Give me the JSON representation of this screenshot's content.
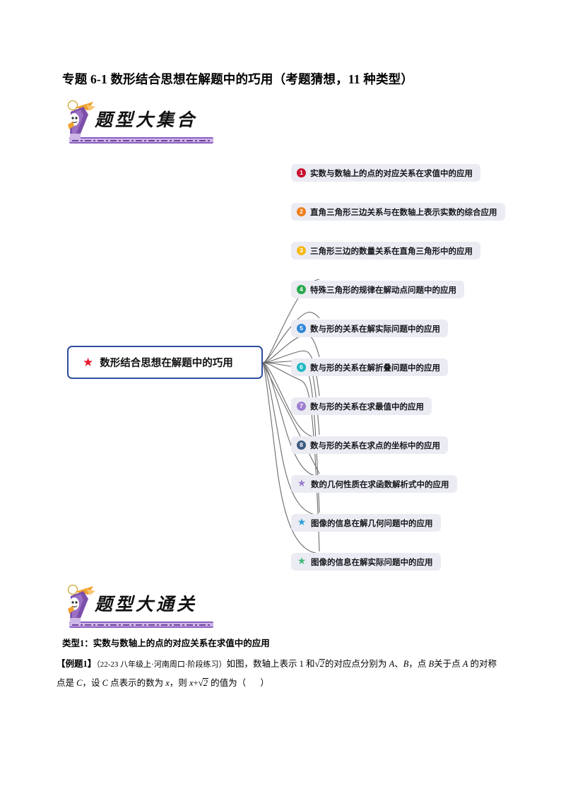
{
  "document": {
    "title": "专题 6-1 数形结合思想在解题中的巧用（考题猜想，11 种类型）"
  },
  "banners": {
    "collection": {
      "text": "题型大集合",
      "accent": "#8b5fbf"
    },
    "challenge": {
      "text": "题型大通关",
      "accent": "#8b5fbf"
    }
  },
  "mindmap": {
    "center": {
      "label": "数形结合思想在解题中的巧用",
      "star_color": "#e8192c",
      "border_color": "#2d4e9e"
    },
    "nodes": [
      {
        "marker": "1",
        "marker_type": "number",
        "color": "#c8102e",
        "label": "实数与数轴上的点的对应关系在求值中的应用"
      },
      {
        "marker": "2",
        "marker_type": "number",
        "color": "#ef7d1a",
        "label": "直角三角形三边关系与在数轴上表示实数的综合应用"
      },
      {
        "marker": "3",
        "marker_type": "number",
        "color": "#f5b915",
        "label": "三角形三边的数量关系在直角三角形中的应用"
      },
      {
        "marker": "4",
        "marker_type": "number",
        "color": "#2aa84f",
        "label": "特殊三角形的规律在解动点问题中的应用"
      },
      {
        "marker": "5",
        "marker_type": "number",
        "color": "#2f86d6",
        "label": "数与形的关系在解实际问题中的应用"
      },
      {
        "marker": "6",
        "marker_type": "number",
        "color": "#1fb8c4",
        "label": "数与形的关系在解折叠问题中的应用"
      },
      {
        "marker": "7",
        "marker_type": "number",
        "color": "#a07fd1",
        "label": "数与形的关系在求最值中的应用"
      },
      {
        "marker": "8",
        "marker_type": "number",
        "color": "#3d5a80",
        "label": "数与形的关系在求点的坐标中的应用"
      },
      {
        "marker": "★",
        "marker_type": "star",
        "color": "#9b7ed1",
        "label": "数的几何性质在求函数解析式中的应用"
      },
      {
        "marker": "★",
        "marker_type": "star",
        "color": "#2f9fd6",
        "label": "图像的信息在解几何问题中的应用"
      },
      {
        "marker": "★",
        "marker_type": "star",
        "color": "#45b97c",
        "label": "图像的信息在解实际问题中的应用"
      }
    ]
  },
  "exercise": {
    "type_heading": "类型1：实数与数轴上的点的对应关系在求值中的应用",
    "lead": "【例题1】",
    "source": "（22-23 八年级上·河南周口·阶段练习）",
    "line1_part1": "如图，数轴上表示 1 和",
    "line1_radical": "2",
    "line1_part2": "的对应点分别为 ",
    "line1_pointA": "A",
    "line1_sep1": "、",
    "line1_pointB": "B",
    "line1_sep2": "，点 ",
    "line1_pointB2": "B",
    "line2_part1": "关于点 ",
    "line2_pointA": "A",
    "line2_part2": " 的对称点是 ",
    "line2_pointC": "C",
    "line2_part3": "，设 ",
    "line2_pointC2": "C",
    "line2_part4": " 点表示的数为 ",
    "line2_varx": "x",
    "line2_part5": "，则 ",
    "line2_expr_x": "x",
    "line2_expr_plus": "+",
    "line2_expr_radical": "2",
    "line2_part6": " 的值为（",
    "line2_part7": "）"
  }
}
